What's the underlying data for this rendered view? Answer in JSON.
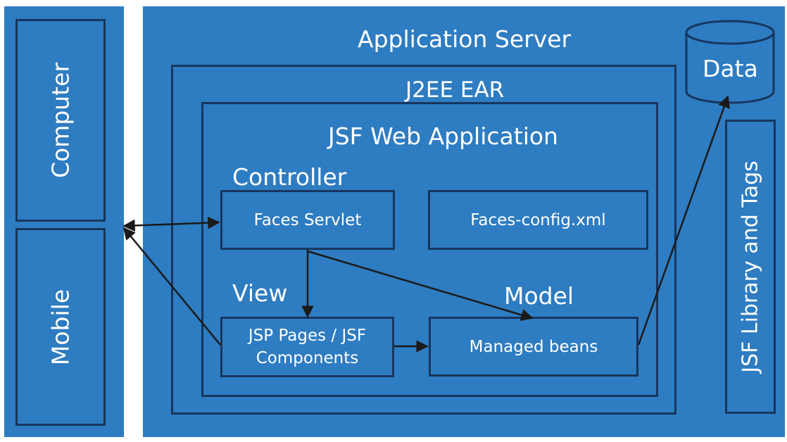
{
  "clients": {
    "computer": "Computer",
    "mobile": "Mobile"
  },
  "server": {
    "title": "Application Server",
    "data_store": "Data",
    "library": "JSF Library and Tags",
    "ear": {
      "title": "J2EE EAR",
      "web_app": {
        "title": "JSF Web Application",
        "controller_label": "Controller",
        "view_label": "View",
        "model_label": "Model",
        "faces_servlet": "Faces Servlet",
        "faces_config": "Faces-config.xml",
        "jsp_pages_line1": "JSP Pages / JSF",
        "jsp_pages_line2": "Components",
        "managed_beans": "Managed beans"
      }
    }
  },
  "colors": {
    "fill": "#2e7cc1",
    "border": "#17365d",
    "text": "#ffffff",
    "arrow": "#1a1a1a"
  }
}
